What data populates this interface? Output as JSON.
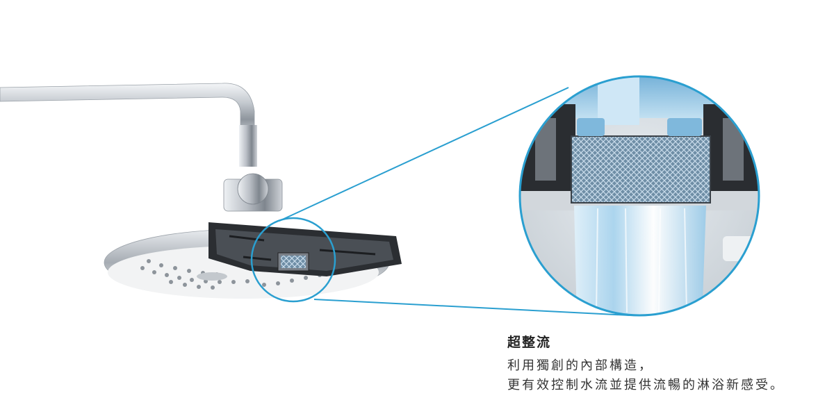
{
  "caption": {
    "title": "超整流",
    "lines": [
      "利用獨創的內部構造，",
      "更有效控制水流並提供流暢的淋浴新感受。"
    ]
  },
  "colors": {
    "accent_ring": "#2a9fd0",
    "chrome": "#b8bcc2",
    "water": "#a9d4ee"
  },
  "icons": {
    "product": "shower-head-cutaway-illustration",
    "zoom": "filter-mesh-magnified-illustration"
  }
}
